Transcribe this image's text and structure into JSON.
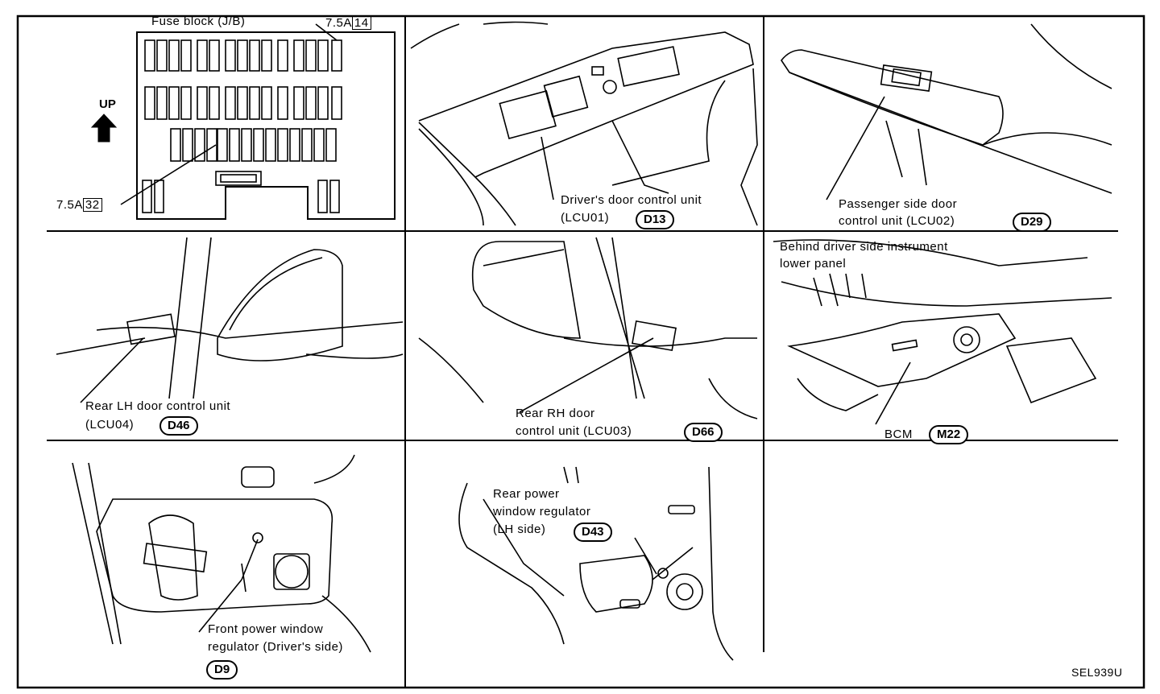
{
  "panels": {
    "fuse_block": {
      "title": "Fuse block (J/B)",
      "fuse_top_rating": "7.5A",
      "fuse_top_number": "14",
      "fuse_bottom_rating": "7.5A",
      "fuse_bottom_number": "32",
      "up_label": "UP"
    },
    "driver_door": {
      "line1": "Driver's door control unit",
      "line2": "(LCU01)",
      "connector": "D13"
    },
    "passenger_door": {
      "line1": "Passenger side door",
      "line2": "control unit (LCU02)",
      "connector": "D29"
    },
    "rear_lh_door": {
      "line1": "Rear LH door control unit",
      "line2": "(LCU04)",
      "connector": "D46"
    },
    "rear_rh_door": {
      "line1": "Rear RH door",
      "line2": "control unit (LCU03)",
      "connector": "D66"
    },
    "bcm": {
      "line1": "Behind driver side instrument",
      "line2": "lower panel",
      "label": "BCM",
      "connector": "M22"
    },
    "front_regulator": {
      "line1": "Front power window",
      "line2": "regulator (Driver's side)",
      "connector": "D9"
    },
    "rear_regulator": {
      "line1": "Rear power",
      "line2": "window regulator",
      "line3": "(LH side)",
      "connector": "D43"
    }
  },
  "figure_code": "SEL939U"
}
